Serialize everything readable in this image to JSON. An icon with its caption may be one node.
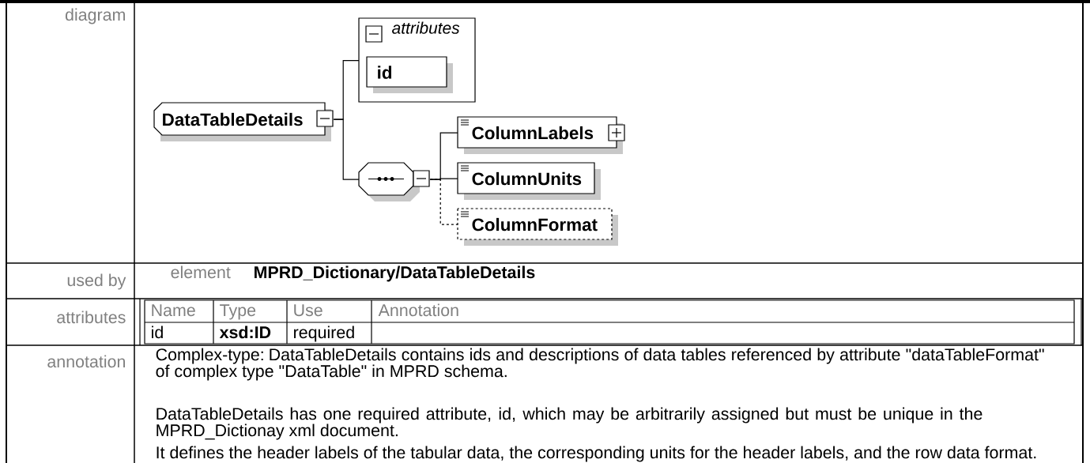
{
  "diagram": {
    "nodes": [
      {
        "text": [
          "DataTableDetails"
        ]
      },
      {
        "text": [
          "attributes"
        ]
      },
      {
        "text": [
          "id"
        ],
        "in": 1
      },
      {
        "text": [],
        "shape": "octagon"
      },
      {
        "text": [
          "ColumnLabels"
        ]
      },
      {
        "text": [
          "ColumnUnits"
        ]
      },
      {
        "text": [
          "ColumnFormat"
        ]
      }
    ],
    "edges": [
      {
        "from": 0,
        "to": 1,
        "arrow": "none"
      },
      {
        "from": 0,
        "to": 3,
        "arrow": "none"
      },
      {
        "from": 3,
        "to": 4,
        "arrow": "none"
      },
      {
        "from": 3,
        "to": 5,
        "arrow": "none"
      },
      {
        "from": 3,
        "to": 6,
        "arrow": "none",
        "style": "dashed"
      }
    ],
    "labels": [
      "diagram",
      "used by",
      "element",
      "MPRD_Dictionary/DataTableDetails",
      "attributes",
      "Name",
      "Type",
      "Use",
      "Annotation",
      "id",
      "xsd:ID",
      "required",
      "annotation",
      "Complex-type: DataTableDetails contains ids and descriptions of data tables referenced by attribute \"dataTableFormat\" of complex type \"DataTable\" in MPRD schema.",
      "DataTableDetails has one required attribute, id, which may be arbitrarily assigned but must be unique in the MPRD_Dictionay xml document.",
      "It defines the header labels of the tabular data, the corresponding units for the header labels, and the row data format."
    ]
  }
}
